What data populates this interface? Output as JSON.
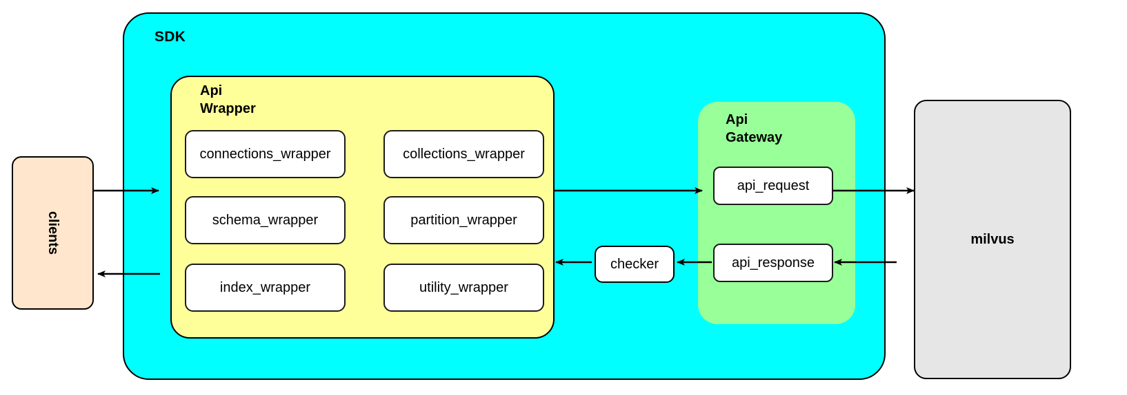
{
  "diagram": {
    "title_present": false,
    "colors": {
      "sdk_fill": "#00ffff",
      "api_wrapper_fill": "#ffff99",
      "api_gateway_fill": "#99ff99",
      "clients_fill": "#ffe6cc",
      "milvus_fill": "#e6e6e6",
      "card_fill": "#ffffff",
      "stroke": "#000000"
    },
    "clients": {
      "label": "clients"
    },
    "sdk": {
      "label": "SDK",
      "api_wrapper": {
        "label": "Api\nWrapper",
        "label_line1": "Api",
        "label_line2": "Wrapper",
        "cards": [
          {
            "label": "connections_wrapper"
          },
          {
            "label": "collections_wrapper"
          },
          {
            "label": "schema_wrapper"
          },
          {
            "label": "partition_wrapper"
          },
          {
            "label": "index_wrapper"
          },
          {
            "label": "utility_wrapper"
          }
        ]
      },
      "checker": {
        "label": "checker"
      },
      "api_gateway": {
        "label_line1": "Api",
        "label_line2": "Gateway",
        "cards": [
          {
            "label": "api_request"
          },
          {
            "label": "api_response"
          }
        ]
      }
    },
    "milvus": {
      "label": "milvus"
    },
    "edges": [
      {
        "from": "clients",
        "to": "api-wrapper",
        "direction": "right"
      },
      {
        "from": "api-wrapper",
        "to": "api-request",
        "direction": "right"
      },
      {
        "from": "api-request",
        "to": "milvus",
        "direction": "right"
      },
      {
        "from": "milvus",
        "to": "api-response",
        "direction": "left"
      },
      {
        "from": "api-response",
        "to": "checker",
        "direction": "left"
      },
      {
        "from": "checker",
        "to": "api-wrapper",
        "direction": "left"
      },
      {
        "from": "api-wrapper",
        "to": "clients",
        "direction": "left"
      }
    ]
  }
}
